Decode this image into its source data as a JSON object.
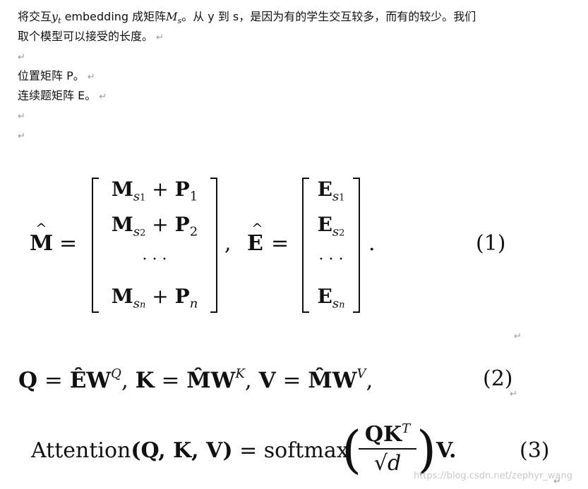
{
  "text": {
    "para1_line1_a": "将交互",
    "para1_var1": "y",
    "para1_var1_sub": "t",
    "para1_line1_b": " embedding 成矩阵",
    "para1_var2": "M",
    "para1_var2_sub": "s",
    "para1_line1_c": "。从 y 到 s，是因为有的学生交互较多，而有的较少。我们",
    "para1_line2": "取个模型可以接受的长度。",
    "para_return_mark": "↵",
    "position_line": "位置矩阵 P。",
    "exercise_line": "连续题矩阵 E。"
  },
  "equations": {
    "eq1": {
      "lhs_m": "M",
      "equals": "=",
      "m_rows": [
        {
          "left": "M",
          "sub": "s",
          "subsub": "1",
          "plus": "+",
          "right": "P",
          "rsub": "1"
        },
        {
          "left": "M",
          "sub": "s",
          "subsub": "2",
          "plus": "+",
          "right": "P",
          "rsub": "2"
        },
        {
          "dots": "· · ·"
        },
        {
          "left": "M",
          "sub": "s",
          "subsub": "n",
          "plus": "+",
          "right": "P",
          "rsub": "n"
        }
      ],
      "comma": ",",
      "lhs_e": "E",
      "e_rows": [
        {
          "left": "E",
          "sub": "s",
          "subsub": "1"
        },
        {
          "left": "E",
          "sub": "s",
          "subsub": "2"
        },
        {
          "dots": "· · ·"
        },
        {
          "left": "E",
          "sub": "s",
          "subsub": "n"
        }
      ],
      "period": ".",
      "number": "(1)"
    },
    "eq2": {
      "content": "Q = ÊW, K = M̂W, V = M̂W,",
      "q": "Q",
      "e_hat": "Ê",
      "w": "W",
      "sup_q": "Q",
      "k": "K",
      "m_hat": "M̂",
      "sup_k": "K",
      "v": "V",
      "sup_v": "V",
      "number": "(2)"
    },
    "eq3": {
      "func": "Attention",
      "args": "(Q, K, V)",
      "equals": "=",
      "softmax": "softmax",
      "numerator": "QK",
      "numerator_sup": "T",
      "denominator": "√d",
      "tail": "V.",
      "number": "(3)"
    }
  },
  "watermark": "https://blog.csdn.net/zephyr_wang"
}
